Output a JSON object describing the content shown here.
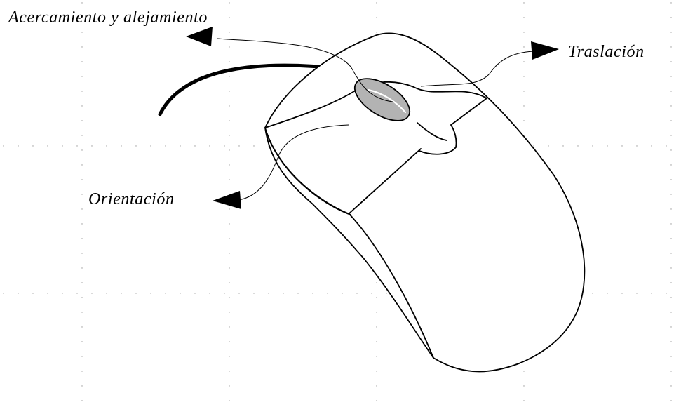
{
  "labels": {
    "zoom": "Acercamiento y alejamiento",
    "translation": "Traslación",
    "orientation": "Orientación"
  },
  "colors": {
    "background": "#ffffff",
    "line": "#000000",
    "wheel_fill": "#b3b3b3",
    "grid_dot": "#9a9a9a"
  },
  "grid": {
    "style": "dotted",
    "visible": true
  },
  "icons": {
    "mouse": "computer-mouse-icon",
    "arrowheads": "arrowhead-icon"
  }
}
